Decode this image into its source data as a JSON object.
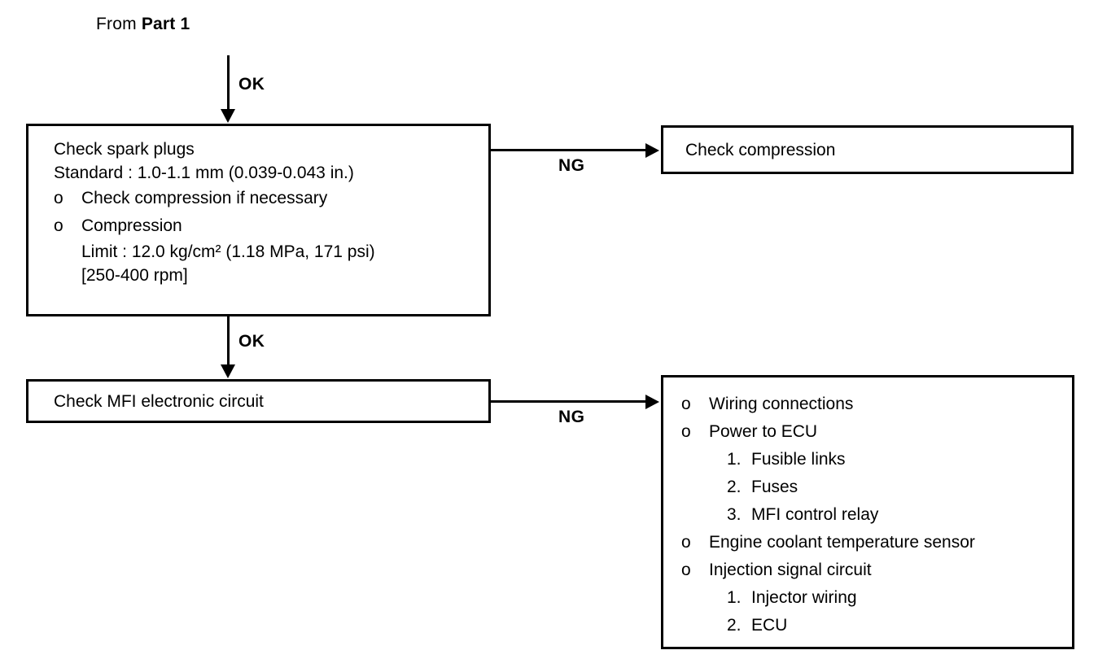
{
  "diagram": {
    "entry": {
      "prefix": "From ",
      "strong": "Part 1"
    },
    "edges": {
      "ok_top": "OK",
      "ok_middle": "OK",
      "ng_top": "NG",
      "ng_bottom": "NG"
    },
    "nodes": {
      "spark_plugs": {
        "title": "Check spark plugs",
        "standard": "Standard : 1.0-1.1 mm (0.039-0.043 in.)",
        "bullets": [
          {
            "marker": "o",
            "text": "Check compression if necessary"
          },
          {
            "marker": "o",
            "text": "Compression"
          }
        ],
        "limit": "Limit : 12.0 kg/cm² (1.18 MPa, 171 psi)",
        "rpm": "[250-400 rpm]"
      },
      "check_compression": {
        "title": "Check compression"
      },
      "mfi_circuit": {
        "title": "Check MFI electronic circuit"
      },
      "ng_checklist": {
        "items": [
          {
            "level": "top",
            "marker": "o",
            "text": "Wiring connections"
          },
          {
            "level": "top",
            "marker": "o",
            "text": "Power to ECU"
          },
          {
            "level": "sub",
            "marker": "1.",
            "text": "Fusible links"
          },
          {
            "level": "sub",
            "marker": "2.",
            "text": "Fuses"
          },
          {
            "level": "sub",
            "marker": "3.",
            "text": "MFI control relay"
          },
          {
            "level": "top",
            "marker": "o",
            "text": "Engine coolant temperature sensor"
          },
          {
            "level": "top",
            "marker": "o",
            "text": "Injection signal circuit"
          },
          {
            "level": "sub",
            "marker": "1.",
            "text": "Injector wiring"
          },
          {
            "level": "sub",
            "marker": "2.",
            "text": "ECU"
          }
        ]
      }
    },
    "colors": {
      "ink": "#000000",
      "paper": "#ffffff"
    }
  }
}
